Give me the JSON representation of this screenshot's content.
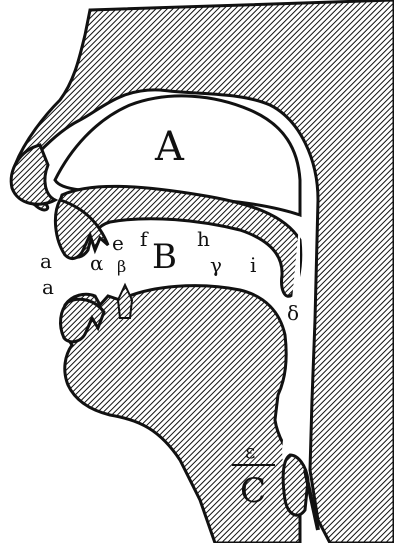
{
  "labels": {
    "nasal_cavity": "A",
    "oral_cavity": "B",
    "larynx": "C",
    "epsilon": "ε",
    "a_upper": "a",
    "a_lower": "a",
    "alpha": "α",
    "beta": "β",
    "e": "e",
    "f": "f",
    "h": "h",
    "gamma": "γ",
    "i": "i",
    "delta": "δ"
  },
  "colors": {
    "ink": "#111111",
    "paper": "#ffffff"
  }
}
